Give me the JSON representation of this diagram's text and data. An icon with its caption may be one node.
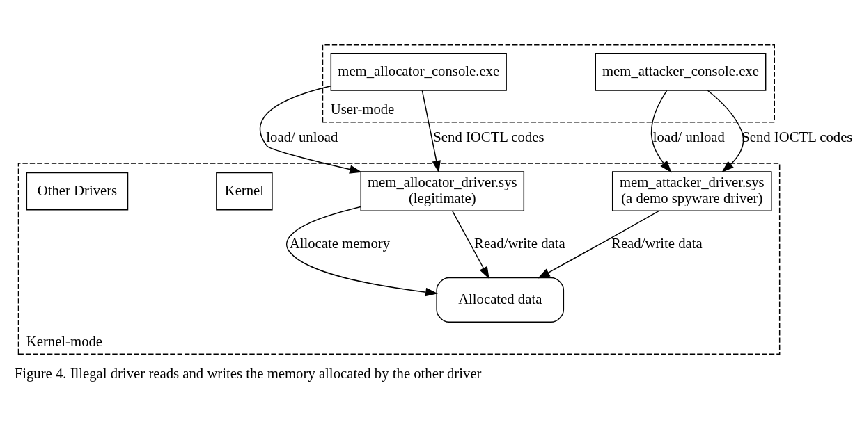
{
  "diagram": {
    "caption": "Figure 4. Illegal driver reads and writes the memory allocated by the other driver",
    "nodes": [
      {
        "text": [
          "User-mode"
        ]
      },
      {
        "text": [
          "mem_allocator_console.exe"
        ],
        "in": 0
      },
      {
        "text": [
          "mem_attacker_console.exe"
        ],
        "in": 0
      },
      {
        "text": [
          "Kernel-mode"
        ]
      },
      {
        "text": [
          "mem_allocator_driver.sys",
          "(legitimate)"
        ],
        "in": 3
      },
      {
        "text": [
          "mem_attacker_driver.sys",
          "(a demo spyware driver)"
        ],
        "in": 3
      },
      {
        "text": [
          "Allocated data"
        ],
        "in": 3
      },
      {
        "text": [
          "Kernel"
        ],
        "in": 3
      },
      {
        "text": [
          "Other Drivers"
        ],
        "in": 3
      }
    ],
    "edges": [
      {
        "from": 1,
        "to": 4,
        "arrow": "to",
        "label": "load/ unload"
      },
      {
        "from": 1,
        "to": 4,
        "arrow": "to",
        "label": "Send IOCTL codes"
      },
      {
        "from": 2,
        "to": 5,
        "arrow": "to",
        "label": "load/ unload"
      },
      {
        "from": 2,
        "to": 5,
        "arrow": "to",
        "label": "Send IOCTL codes"
      },
      {
        "from": 4,
        "to": 6,
        "arrow": "to",
        "label": "Allocate memory"
      },
      {
        "from": 4,
        "to": 6,
        "arrow": "to",
        "label": "Read/write data"
      },
      {
        "from": 5,
        "to": 6,
        "arrow": "to",
        "label": "Read/write data"
      }
    ]
  }
}
